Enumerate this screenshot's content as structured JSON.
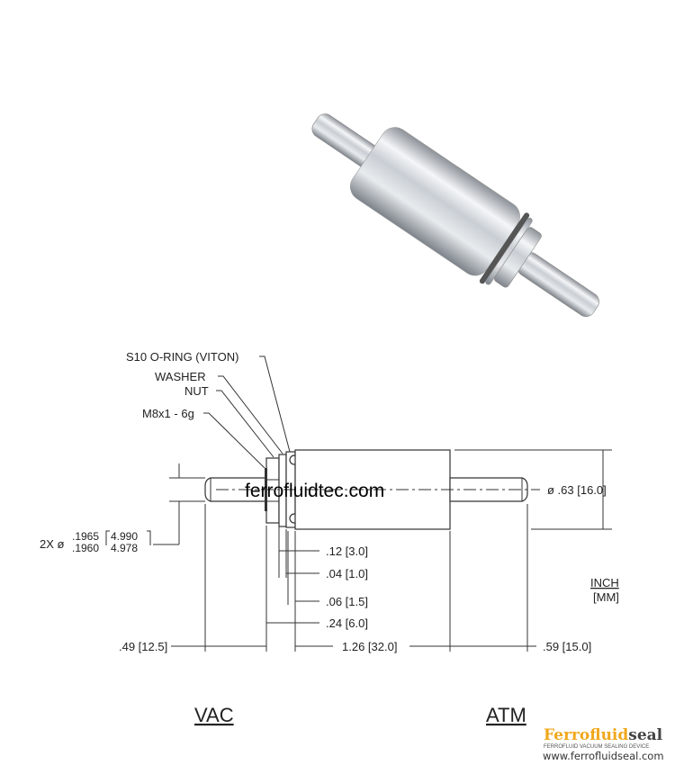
{
  "labels": {
    "oring": "S10 O-RING (VITON)",
    "washer": "WASHER",
    "nut": "NUT",
    "thread": "M8x1 - 6g",
    "shaft_dia_prefix": "2X ø",
    "shaft_dia_in_max": ".1965",
    "shaft_dia_in_min": ".1960",
    "shaft_dia_mm_max": "4.990",
    "shaft_dia_mm_min": "4.978",
    "body_dia": "ø .63 [16.0]",
    "dim_nut": ".12 [3.0]",
    "dim_washer": ".04 [1.0]",
    "dim_oring": ".06 [1.5]",
    "dim_flange": ".24 [6.0]",
    "dim_vac_shaft": ".49 [12.5]",
    "dim_body": "1.26 [32.0]",
    "dim_atm_shaft": ".59 [15.0]",
    "unit_inch": "INCH",
    "unit_mm": "[MM]",
    "side_vac": "VAC",
    "side_atm": "ATM",
    "watermark": "ferrofluidtec.com"
  },
  "logo": {
    "brand_part1": "Ferrofluid",
    "brand_part2": "seal",
    "tagline": "FERROFLUID VACUUM SEALING DEVICE",
    "url": "www.ferrofluidseal.com",
    "color_gold": "#f0a81c",
    "color_dark": "#444444"
  }
}
